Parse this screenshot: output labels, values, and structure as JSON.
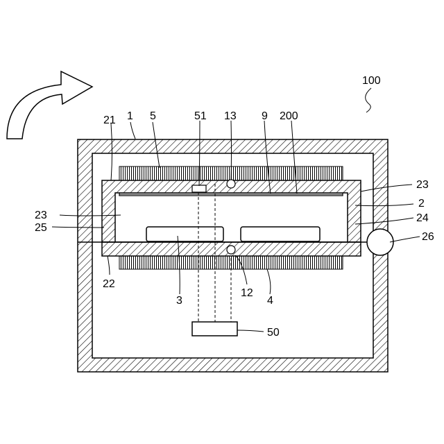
{
  "labels": {
    "l100": "100",
    "l1": "1",
    "l5": "5",
    "l21": "21",
    "l51": "51",
    "l13": "13",
    "l9": "9",
    "l200": "200",
    "l23_right": "23",
    "l2": "2",
    "l23_left": "23",
    "l24": "24",
    "l25": "25",
    "l26": "26",
    "l22": "22",
    "l3": "3",
    "l12": "12",
    "l4": "4",
    "l50": "50"
  },
  "colors": {
    "line": "#000000",
    "background": "#ffffff"
  }
}
